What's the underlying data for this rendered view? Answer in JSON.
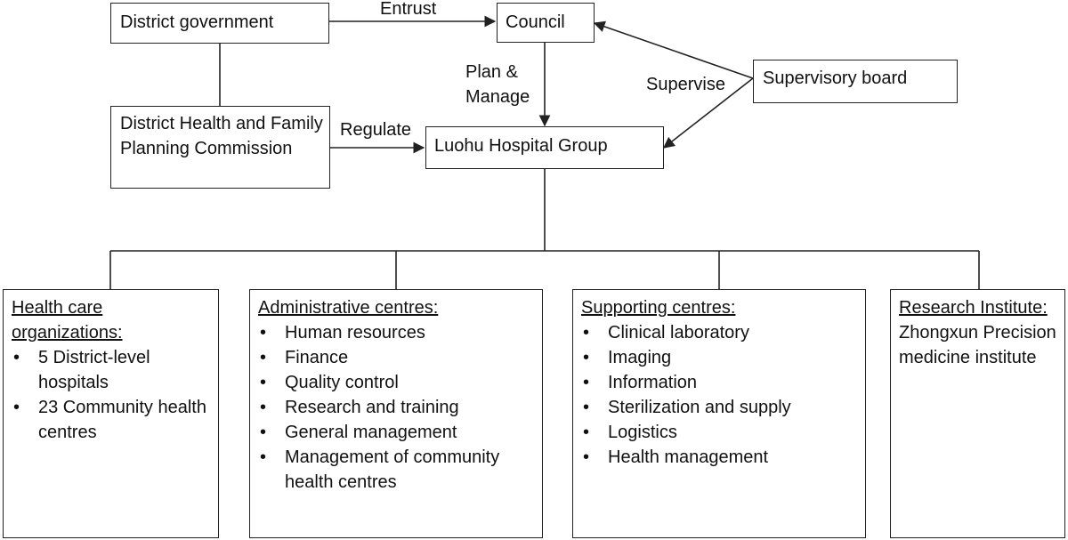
{
  "nodes": {
    "district_government": "District government",
    "council": "Council",
    "supervisory_board": "Supervisory board",
    "health_commission": "District Health and Family Planning Commission",
    "hospital_group": "Luohu Hospital Group"
  },
  "edges": {
    "entrust": "Entrust",
    "plan_manage": "Plan & Manage",
    "supervise": "Supervise",
    "regulate": "Regulate"
  },
  "categories": [
    {
      "heading": "Health care organizations:",
      "items": [
        "5 District-level hospitals",
        "23 Community health centres"
      ]
    },
    {
      "heading": "Administrative centres:",
      "items": [
        "Human resources",
        "Finance",
        "Quality control",
        "Research and training",
        "General management",
        "Management of community health centres"
      ]
    },
    {
      "heading": "Supporting centres:",
      "items": [
        "Clinical laboratory",
        "Imaging",
        "Information",
        "Sterilization and supply",
        "Logistics",
        "Health management"
      ]
    },
    {
      "heading": "Research Institute:",
      "text": "Zhongxun Precision medicine institute"
    }
  ]
}
